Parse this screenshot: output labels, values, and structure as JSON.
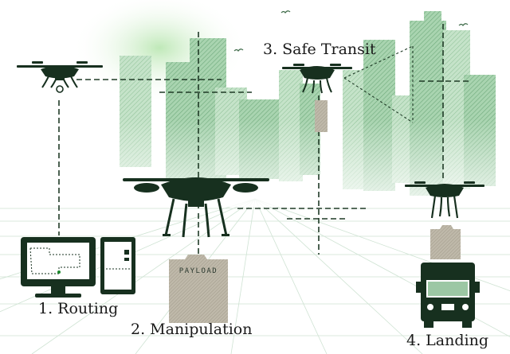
{
  "captions": {
    "routing": "1. Routing",
    "manipulation": "2. Manipulation",
    "transit": "3. Safe Transit",
    "landing": "4. Landing"
  },
  "payload_label": "PAYLOAD",
  "colors": {
    "drone": "#17301f",
    "building": "#8fc39a",
    "payload": "#b9b3a3",
    "grid": "#cfe3d3",
    "glow": "#b8e6b0"
  }
}
